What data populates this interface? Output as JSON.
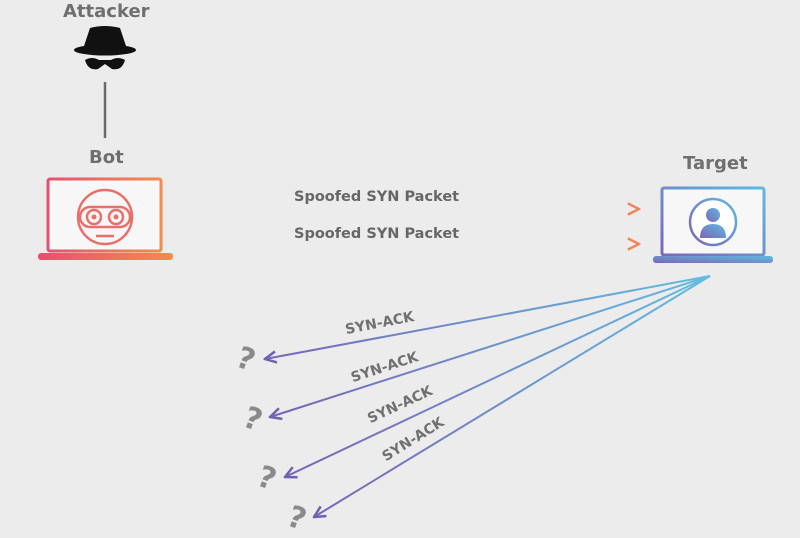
{
  "attacker": {
    "label": "Attacker",
    "icon": "spy-hat-icon"
  },
  "bot": {
    "label": "Bot",
    "icon": "robot-face-icon"
  },
  "target": {
    "label": "Target",
    "icon": "user-icon"
  },
  "packets": [
    {
      "label": "Spoofed SYN Packet"
    },
    {
      "label": "Spoofed SYN Packet"
    }
  ],
  "responses": [
    {
      "label": "SYN-ACK",
      "destination": "?"
    },
    {
      "label": "SYN-ACK",
      "destination": "?"
    },
    {
      "label": "SYN-ACK",
      "destination": "?"
    },
    {
      "label": "SYN-ACK",
      "destination": "?"
    }
  ],
  "colors": {
    "background": "#ececec",
    "bot_gradient": [
      "#e8506f",
      "#f58a4e"
    ],
    "target_gradient": [
      "#7c66b8",
      "#5fb9e0"
    ],
    "packet_arrow": "#f0845a",
    "ack_arrow": "#7a6fbf",
    "label_text": "#6f6f6f"
  }
}
